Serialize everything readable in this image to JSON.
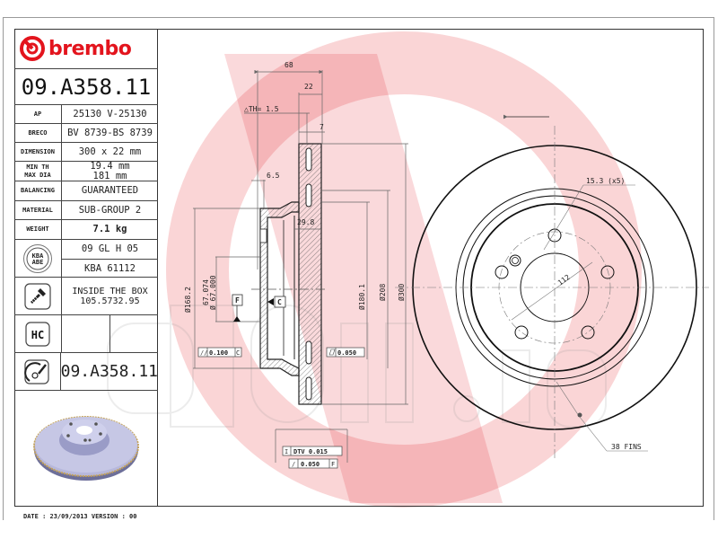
{
  "brand": {
    "name": "brembo",
    "color": "#e3141d"
  },
  "part_number": "09.A358.11",
  "specs": [
    {
      "label": "AP",
      "value": "25130 V-25130"
    },
    {
      "label": "BRECO",
      "value": "BV 8739-BS 8739"
    },
    {
      "label": "DIMENSION",
      "value": "300 x 22 mm"
    },
    {
      "label_line1": "MIN TH",
      "label_line2": "MAX DIA",
      "value_line1": "19.4 mm",
      "value_line2": "181 mm"
    },
    {
      "label": "BALANCING",
      "value": "GUARANTEED"
    },
    {
      "label": "MATERIAL",
      "value": "SUB-GROUP 2"
    },
    {
      "label": "WEIGHT",
      "value": "7.1 kg"
    }
  ],
  "kba": {
    "badge_line1": "KBA",
    "badge_line2": "ABE",
    "value1": "09 GL H 05",
    "value2": "KBA 61112"
  },
  "screw": {
    "line1": "INSIDE THE BOX",
    "line2": "105.5732.95"
  },
  "hc_label": "HC",
  "footer_part_number": "09.A358.11",
  "date_line": "DATE : 23/09/2013 VERSION : 00",
  "drawing": {
    "dim_overall_width": "68",
    "dim_thickness": "22",
    "delta_th": "△TH= 1.5",
    "dim_7": "7",
    "dim_6_5": "6.5",
    "dim_29_8": "29.8",
    "dia_168_2": "Ø168.2",
    "dia_67_074": "67.074",
    "dia_67_000": "Ø 67.000",
    "dia_180_1": "Ø180.1",
    "dia_208": "Ø208",
    "dia_300": "Ø300",
    "datum_f": "F",
    "datum_c": "C",
    "tol_parallel": "0.100",
    "tol_parallel_ref": "C",
    "tol_flatness": "0.050",
    "dtv_label": "DTV 0.015",
    "runout_value": "0.050",
    "runout_ref": "F",
    "bolt_hole": "15.3 (x5)",
    "pcd": "112",
    "fins": "38 FINS"
  }
}
